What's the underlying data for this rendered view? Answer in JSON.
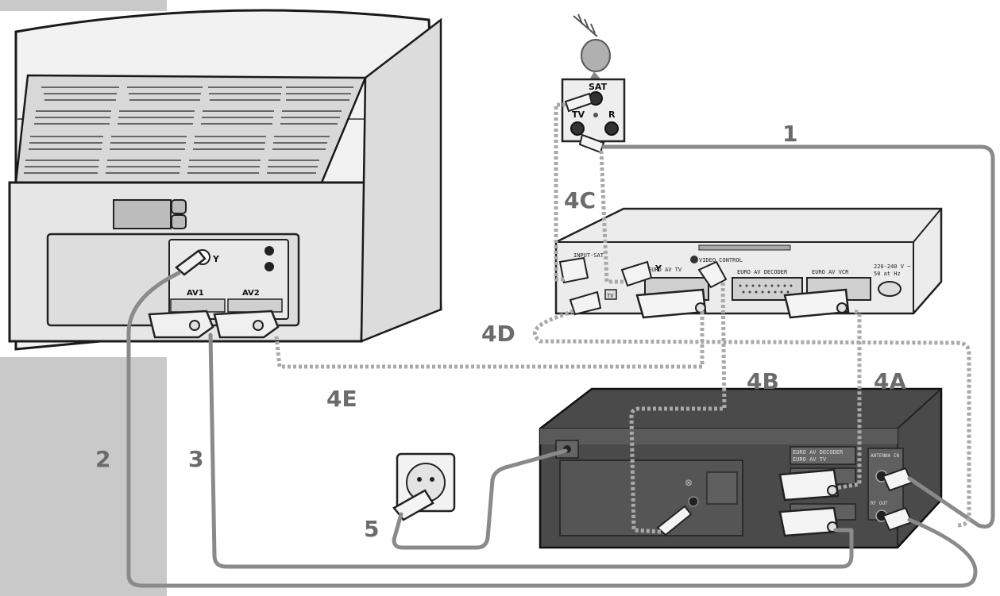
{
  "labels": {
    "l1": "1",
    "l2": "2",
    "l3": "3",
    "l4a": "4A",
    "l4b": "4B",
    "l4c": "4C",
    "l4d": "4D",
    "l4e": "4E",
    "l5": "5"
  },
  "tv": {
    "av1": "AV1",
    "av2": "AV2"
  },
  "wall_outlet": {
    "sat": "SAT",
    "tv": "TV",
    "r": "R"
  },
  "receiver": {
    "input_sat": "INPUT-SAT",
    "video_control": "VIDEO CONTROL",
    "euro_av_tv": "EURO AV TV",
    "euro_av_decoder": "EURO AV DECODER",
    "euro_av_vcr": "EURO AV VCR",
    "tv_out": "TV",
    "power_line1": "220-240 V ~",
    "power_line2": "50 at Hz"
  },
  "vcr": {
    "scart_label1": "EURO AV DECODER",
    "scart_label2": "EURO AV TV",
    "antenna_label1": "ANTENNA IN",
    "antenna_label2": "RF OUT"
  },
  "colors": {
    "cable": "#8a8a8a",
    "dotted_cable": "#a9a9a9",
    "device_light": "#e8e8e8",
    "device_dark": "#505050",
    "label": "#6b6b6b"
  }
}
